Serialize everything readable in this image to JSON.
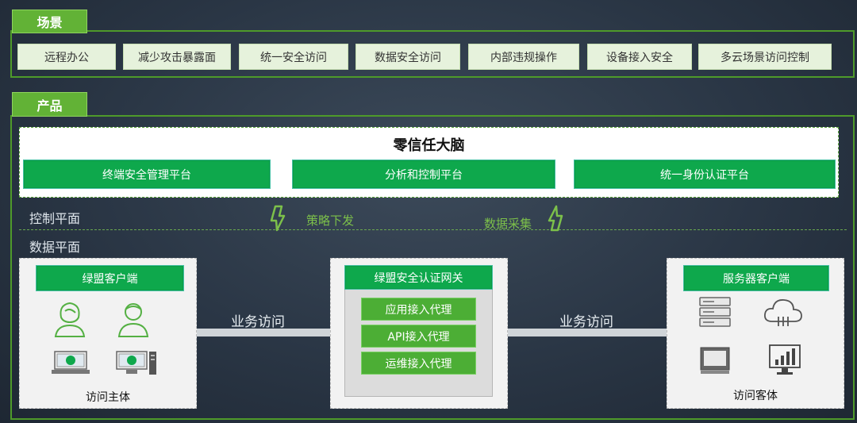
{
  "scenario": {
    "tag": "场景",
    "items": [
      "远程办公",
      "减少攻击暴露面",
      "统一安全访问",
      "数据安全访问",
      "内部违规操作",
      "设备接入安全",
      "多云场景访问控制"
    ]
  },
  "product": {
    "tag": "产品",
    "brain_title": "零信任大脑",
    "platforms": [
      "终端安全管理平台",
      "分析和控制平台",
      "统一身份认证平台"
    ],
    "control_plane": "控制平面",
    "data_plane": "数据平面",
    "policy_label": "策略下发",
    "collect_label": "数据采集",
    "client": {
      "title": "绿盟客户端",
      "caption": "访问主体"
    },
    "gateway": {
      "title": "绿盟安全认证网关",
      "items": [
        "应用接入代理",
        "API接入代理",
        "运维接入代理"
      ]
    },
    "server": {
      "title": "服务器客户端",
      "caption": "访问客体"
    },
    "link_left": "业务访问",
    "link_right": "业务访问"
  },
  "colors": {
    "green": "#0ea84c",
    "tag_green": "#62b236",
    "accent": "#7cc04a"
  }
}
